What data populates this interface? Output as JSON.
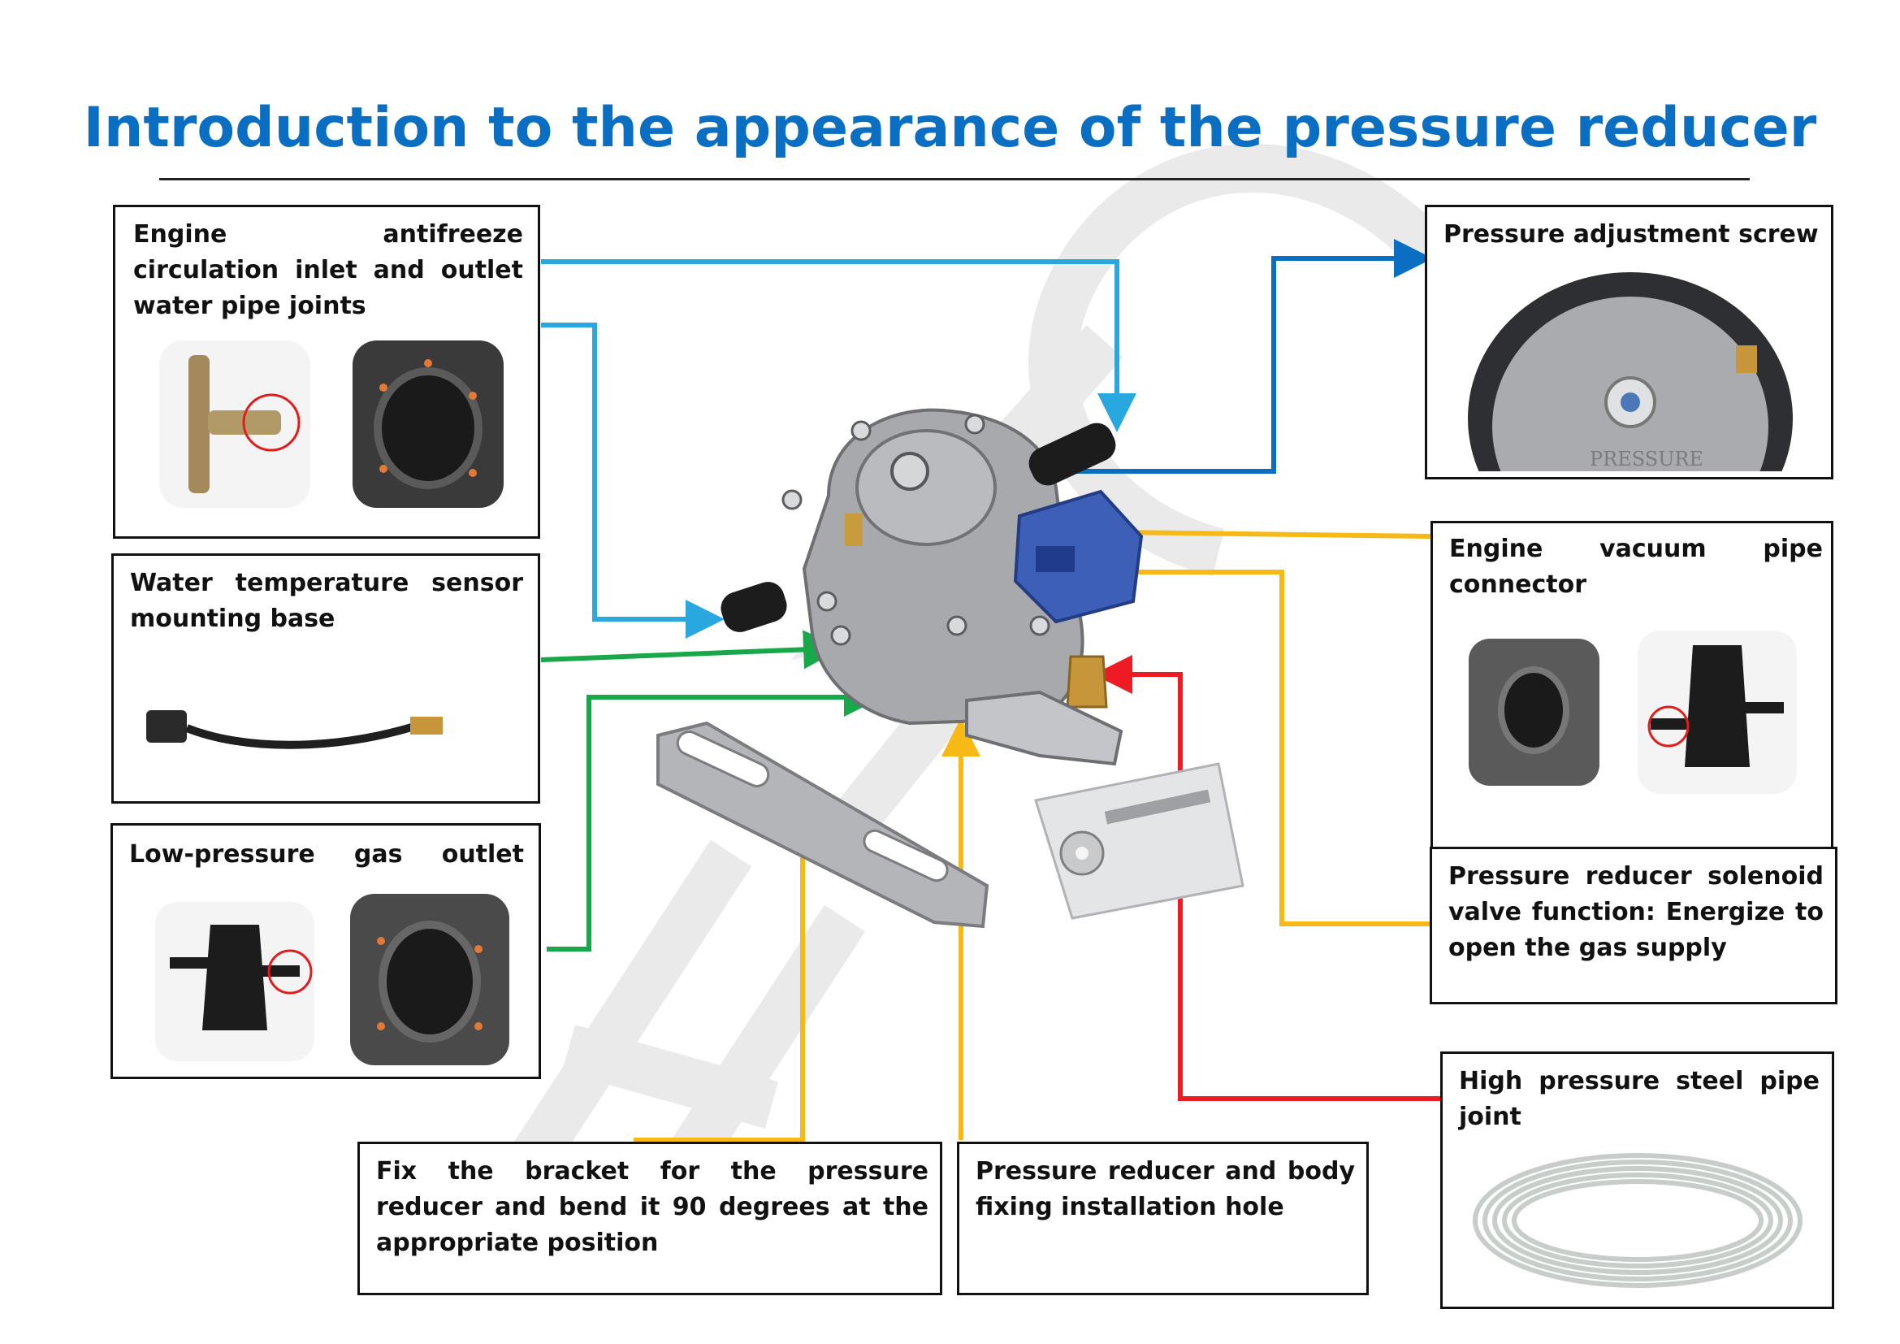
{
  "title": "Introduction to the appearance of the pressure reducer",
  "colors": {
    "title": "#0a6fc2",
    "light_blue": "#29a8e0",
    "dark_blue": "#0a6fc2",
    "green": "#17a84a",
    "yellow": "#f7b916",
    "red": "#ee1b24"
  },
  "callouts": {
    "antifreeze": {
      "label": "Engine antifreeze circulation inlet and outlet water pipe joints"
    },
    "water_temp": {
      "label": "Water temperature sensor mounting base"
    },
    "low_pressure": {
      "label": "Low-pressure gas outlet"
    },
    "adjust_screw": {
      "label": "Pressure adjustment screw",
      "photo_text": "PRESSURE"
    },
    "vacuum": {
      "label": "Engine vacuum pipe connector"
    },
    "solenoid": {
      "label": "Pressure reducer solenoid valve function: Energize to open the gas supply"
    },
    "high_pressure": {
      "label": "High pressure steel pipe joint"
    },
    "bracket": {
      "label": "Fix the bracket for the pressure reducer and bend it 90 degrees at the appropriate position"
    },
    "fixing_hole": {
      "label": "Pressure reducer and body fixing installation hole"
    }
  }
}
